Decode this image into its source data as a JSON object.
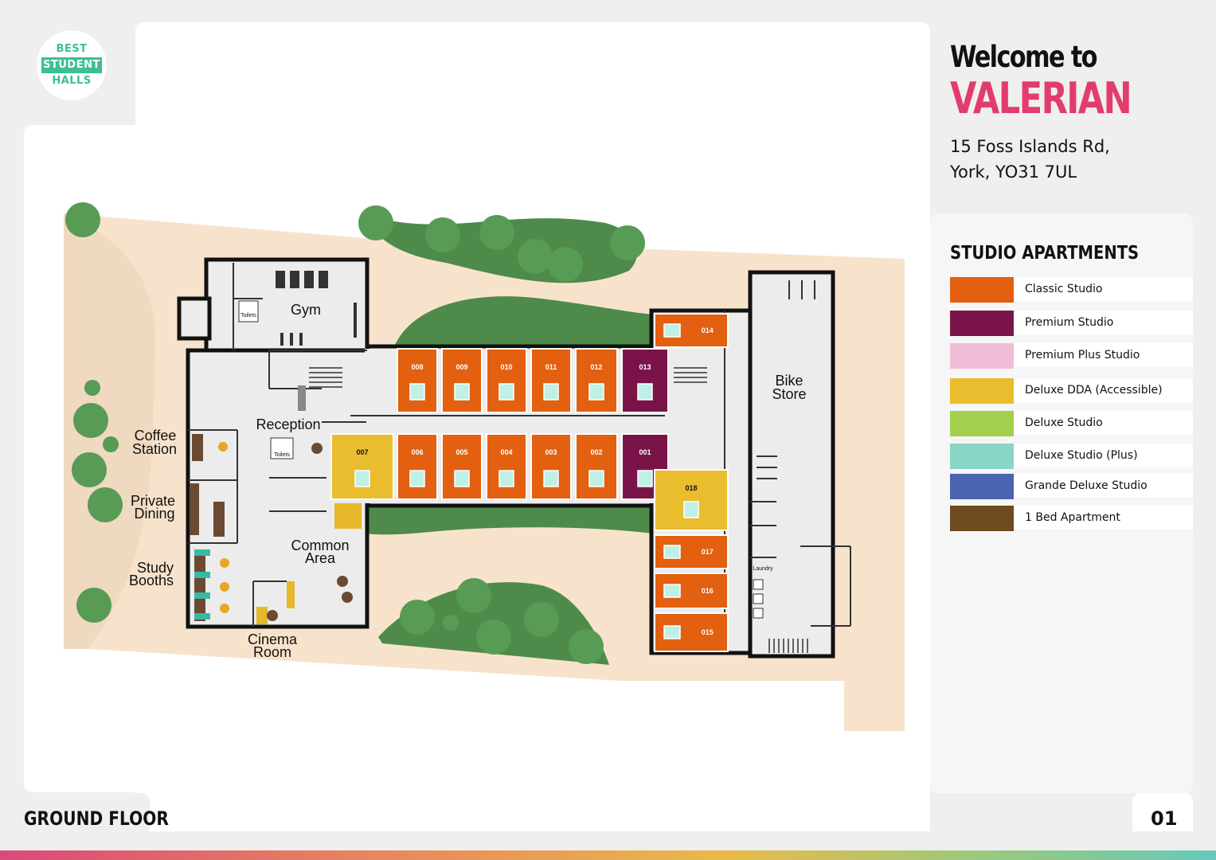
{
  "logo": {
    "line1": "BEST",
    "line2": "STUDENT",
    "line3": "HALLS"
  },
  "header": {
    "welcome": "Welcome to",
    "name": "VALERIAN",
    "address_line1": "15 Foss Islands Rd,",
    "address_line2": "York, YO31 7UL"
  },
  "legend": {
    "title": "STUDIO APARTMENTS",
    "items": [
      {
        "label": "Classic Studio",
        "color": "#e2600f"
      },
      {
        "label": "Premium Studio",
        "color": "#7a1448"
      },
      {
        "label": "Premium Plus Studio",
        "color": "#f0bdd6"
      },
      {
        "label": "Deluxe DDA (Accessible)",
        "color": "#eabd2f"
      },
      {
        "label": "Deluxe Studio",
        "color": "#a2cf4e"
      },
      {
        "label": "Deluxe Studio (Plus)",
        "color": "#88d6c6"
      },
      {
        "label": "Grande Deluxe Studio",
        "color": "#4b63b0"
      },
      {
        "label": "1 Bed Apartment",
        "color": "#6e4a1f"
      }
    ]
  },
  "floor_label": "GROUND FLOOR",
  "page_number": "01",
  "map": {
    "areas": {
      "gym": "Gym",
      "toilets": "Toilets",
      "reception": "Reception",
      "coffee1": "Coffee",
      "coffee2": "Station",
      "dining1": "Private",
      "dining2": "Dining",
      "study1": "Study",
      "study2": "Booths",
      "common1": "Common",
      "common2": "Area",
      "cinema1": "Cinema",
      "cinema2": "Room",
      "bike1": "Bike",
      "bike2": "Store",
      "laundry": "Laundry"
    },
    "rooms": [
      {
        "id": "008",
        "type": "Classic Studio"
      },
      {
        "id": "009",
        "type": "Classic Studio"
      },
      {
        "id": "010",
        "type": "Classic Studio"
      },
      {
        "id": "011",
        "type": "Classic Studio"
      },
      {
        "id": "012",
        "type": "Classic Studio"
      },
      {
        "id": "013",
        "type": "Premium Studio"
      },
      {
        "id": "014",
        "type": "Classic Studio"
      },
      {
        "id": "007",
        "type": "Deluxe DDA (Accessible)"
      },
      {
        "id": "006",
        "type": "Classic Studio"
      },
      {
        "id": "005",
        "type": "Classic Studio"
      },
      {
        "id": "004",
        "type": "Classic Studio"
      },
      {
        "id": "003",
        "type": "Classic Studio"
      },
      {
        "id": "002",
        "type": "Classic Studio"
      },
      {
        "id": "001",
        "type": "Premium Studio"
      },
      {
        "id": "018",
        "type": "Deluxe DDA (Accessible)"
      },
      {
        "id": "017",
        "type": "Classic Studio"
      },
      {
        "id": "016",
        "type": "Classic Studio"
      },
      {
        "id": "015",
        "type": "Classic Studio"
      }
    ]
  },
  "colors": {
    "accent": "#e23c6d",
    "grass": "#4e8b4a",
    "tree": "#579b54",
    "path": "#f7e3cc",
    "floor": "#ececec"
  }
}
